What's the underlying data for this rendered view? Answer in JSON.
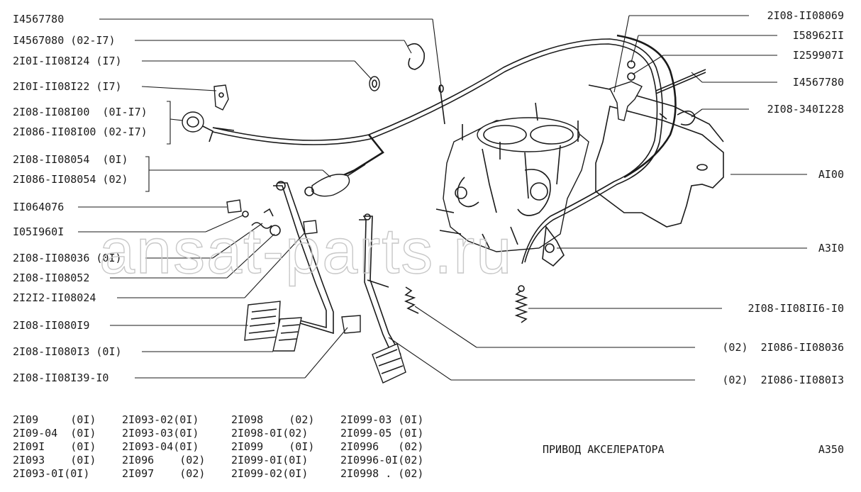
{
  "callouts_left": [
    "I4567780",
    "I4567080 (02-I7)",
    "2I0I-II08I24 (I7)",
    "2I0I-II08I22 (I7)",
    "2I08-II08I00  (0I-I7)",
    "2I086-II08I00 (02-I7)",
    "2I08-II08054  (0I)",
    "2I086-II08054 (02)",
    "II064076",
    "I05I960I",
    "2I08-II08036 (0I)",
    "2I08-II08052",
    "2I2I2-II08024",
    "2I08-II080I9",
    "2I08-II080I3 (0I)",
    "2I08-II08I39-I0"
  ],
  "callouts_right": [
    "2I08-II08069",
    "I58962II",
    "I259907I",
    "I4567780",
    "2I08-340I228",
    "AI00",
    "A3I0",
    "2I08-II08II6-I0",
    "(02)  2I086-II08036",
    "(02)  2I086-II080I3"
  ],
  "applicability": [
    [
      "2I09     (0I)",
      "2I093-02(0I)",
      "2I098    (02)",
      "2I099-03 (0I)"
    ],
    [
      "2I09-04  (0I)",
      "2I093-03(0I)",
      "2I098-0I(02)",
      "2I099-05 (0I)"
    ],
    [
      "2I09I    (0I)",
      "2I093-04(0I)",
      "2I099    (0I)",
      "2I0996   (02)"
    ],
    [
      "2I093    (0I)",
      "2I096    (02)",
      "2I099-0I(0I)",
      "2I0996-0I(02)"
    ],
    [
      "2I093-0I(0I)",
      "2I097    (02)",
      "2I099-02(0I)",
      "2I0998 . (02)"
    ]
  ],
  "title": "ПРИВОД АКСЕЛЕРАТОРА",
  "figure_code": "A350",
  "watermark": "ansat-parts.ru"
}
